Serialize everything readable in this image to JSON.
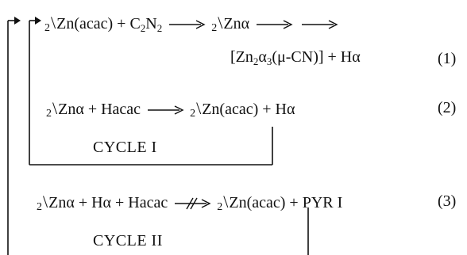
{
  "scheme": {
    "eq1": {
      "reactants": "Zn(acac) + C",
      "reactant_sub_c": "2",
      "reactant_n": "N",
      "reactant_sub_n": "2",
      "intermediate": "Znα",
      "product_line2": "[Zn",
      "product_sub_zn": "2",
      "product_alpha": "α",
      "product_sub_alpha": "3",
      "product_rest": "(μ-CN)] + Hα",
      "number": "(1)"
    },
    "eq2": {
      "left": "Znα + Hacac",
      "right": "Zn(acac) + Hα",
      "number": "(2)"
    },
    "eq3": {
      "left": "Znα + Hα + Hacac",
      "right": "Zn(acac) + PYR I",
      "number": "(3)"
    },
    "prefix_2": "2",
    "backslash": "\\",
    "cycle1": "CYCLE  I",
    "cycle2": "CYCLE II"
  }
}
